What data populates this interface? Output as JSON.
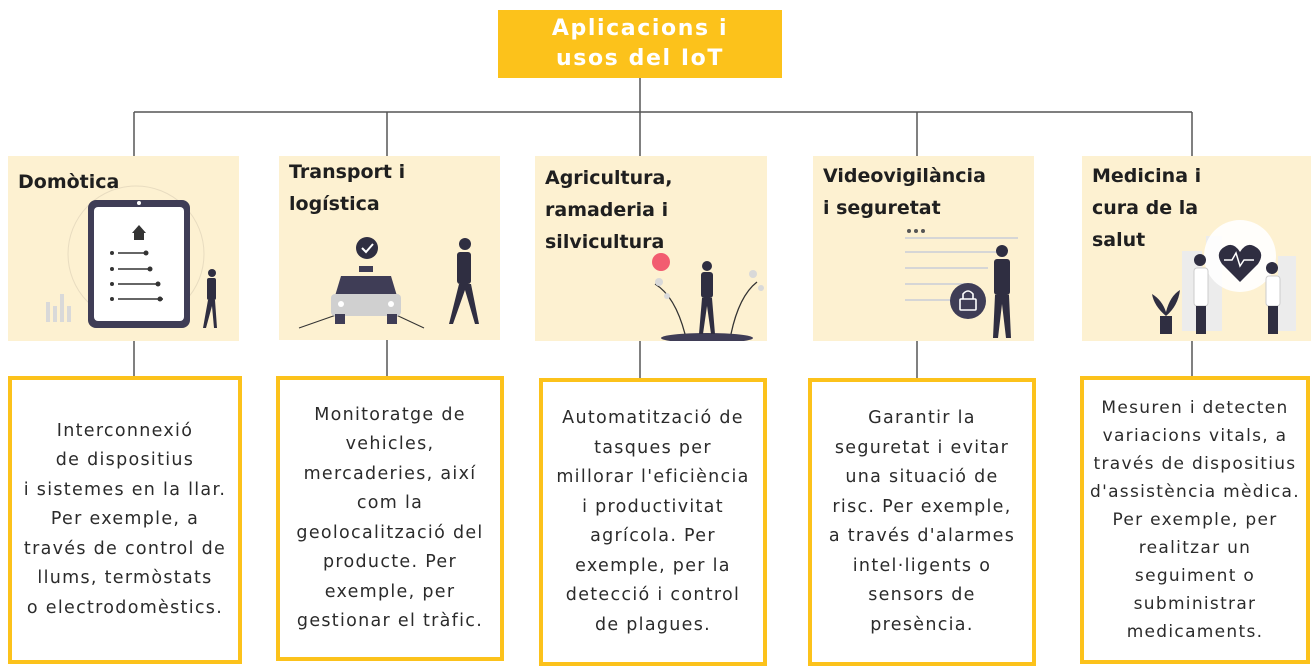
{
  "title_lines": [
    "Aplicacions i",
    "usos del IoT"
  ],
  "colors": {
    "accent": "#fcc21b",
    "card_bg": "#fdf1d1",
    "line": "#555555",
    "highlight": "#f25c70"
  },
  "categories": [
    {
      "id": "domotica",
      "title": "Domòtica",
      "description": "Interconnexió\nde dispositius\ni sistemes en la llar.\nPer exemple, a\ntravés de control de\nllums, termòstats\no electrodomèstics.",
      "illustration": "tablet-smart-home-icon"
    },
    {
      "id": "transport",
      "title": "Transport i\nlogística",
      "description": "Monitoratge de\nvehicles,\nmercaderies, així\ncom la\ngeolocalització del\nproducte. Per\nexemple, per\ngestionar el tràfic.",
      "illustration": "car-tracking-icon"
    },
    {
      "id": "agricultura",
      "title": "Agricultura,\nramaderia i\nsilvicultura",
      "description": "Automatització de\ntasques per\nmillorar l'eficiència\ni productivitat\nagrícola. Per\nexemple, per la\ndetecció i control\nde plagues.",
      "illustration": "farming-plants-icon"
    },
    {
      "id": "videovigilancia",
      "title": "Videovigilància\ni seguretat",
      "description": "Garantir la\nseguretat i evitar\nuna situació de\nrisc. Per exemple,\na través d'alarmes\nintel·ligents o\nsensors de\npresència.",
      "illustration": "lock-security-icon"
    },
    {
      "id": "medicina",
      "title": "Medicina i\ncura de la\nsalut",
      "description": "Mesuren i detecten\nvariacions vitals, a\ntravés de dispositius\nd'assistència mèdica.\nPer exemple, per\nrealitzar un\nseguiment o\nsubministrar\nmedicaments.",
      "illustration": "heart-health-icon"
    }
  ]
}
